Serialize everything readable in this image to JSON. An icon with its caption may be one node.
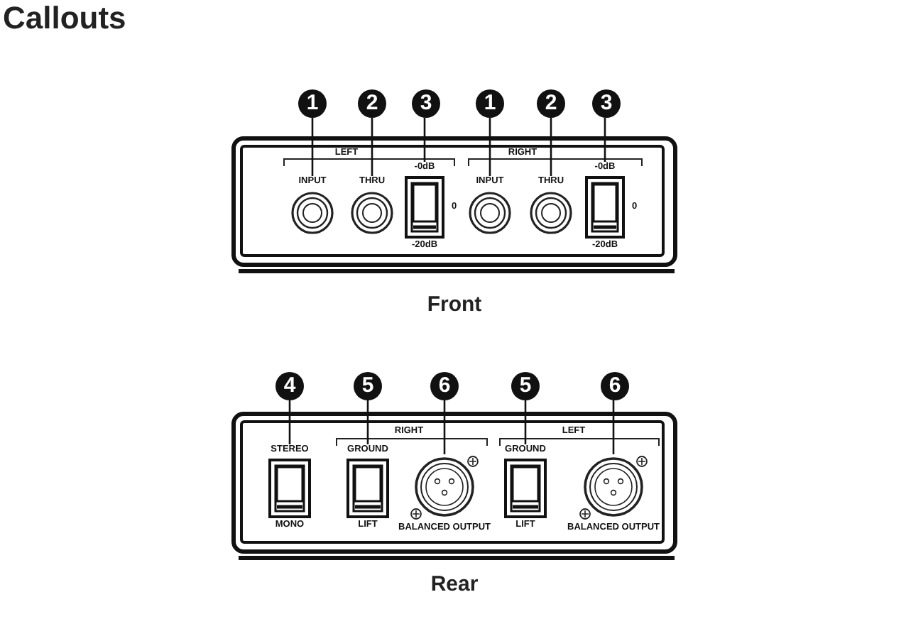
{
  "diagram": {
    "title": "Callouts",
    "nodes": [
      {
        "text": [
          "1"
        ]
      },
      {
        "text": [
          "2"
        ]
      },
      {
        "text": [
          "3"
        ]
      },
      {
        "text": [
          "1"
        ]
      },
      {
        "text": [
          "2"
        ]
      },
      {
        "text": [
          "3"
        ]
      },
      {
        "text": [],
        "shape": "box",
        "beside": [
          "Front"
        ]
      },
      {
        "text": [
          "INPUT"
        ],
        "in": 6
      },
      {
        "text": [
          "THRU"
        ],
        "in": 6
      },
      {
        "text": [
          "-0dB",
          "-20dB"
        ],
        "beside": [
          "0"
        ],
        "in": 6
      },
      {
        "text": [
          "INPUT"
        ],
        "in": 6
      },
      {
        "text": [
          "THRU"
        ],
        "in": 6
      },
      {
        "text": [
          "-0dB",
          "-20dB"
        ],
        "beside": [
          "0"
        ],
        "in": 6
      },
      {
        "text": [
          "4"
        ]
      },
      {
        "text": [
          "5"
        ]
      },
      {
        "text": [
          "6"
        ]
      },
      {
        "text": [
          "5"
        ]
      },
      {
        "text": [
          "6"
        ]
      },
      {
        "text": [],
        "shape": "box",
        "beside": [
          "Rear"
        ]
      },
      {
        "text": [
          "STEREO",
          "MONO"
        ],
        "in": 18
      },
      {
        "text": [
          "GROUND",
          "LIFT"
        ],
        "in": 18
      },
      {
        "text": [
          "BALANCED OUTPUT"
        ],
        "in": 18
      },
      {
        "text": [
          "GROUND",
          "LIFT"
        ],
        "in": 18
      },
      {
        "text": [
          "BALANCED OUTPUT"
        ],
        "in": 18
      }
    ],
    "edges": [
      {
        "from": 0,
        "to": 7,
        "arrow": "none"
      },
      {
        "from": 1,
        "to": 8,
        "arrow": "none"
      },
      {
        "from": 2,
        "to": 9,
        "arrow": "none"
      },
      {
        "from": 3,
        "to": 10,
        "arrow": "none"
      },
      {
        "from": 4,
        "to": 11,
        "arrow": "none"
      },
      {
        "from": 5,
        "to": 12,
        "arrow": "none"
      },
      {
        "from": 13,
        "to": 19,
        "arrow": "none"
      },
      {
        "from": 14,
        "to": 20,
        "arrow": "none"
      },
      {
        "from": 15,
        "to": 21,
        "arrow": "none"
      },
      {
        "from": 16,
        "to": 22,
        "arrow": "none"
      },
      {
        "from": 17,
        "to": 23,
        "arrow": "none"
      }
    ],
    "labels": [
      "LEFT",
      "RIGHT",
      "RIGHT",
      "LEFT"
    ]
  }
}
